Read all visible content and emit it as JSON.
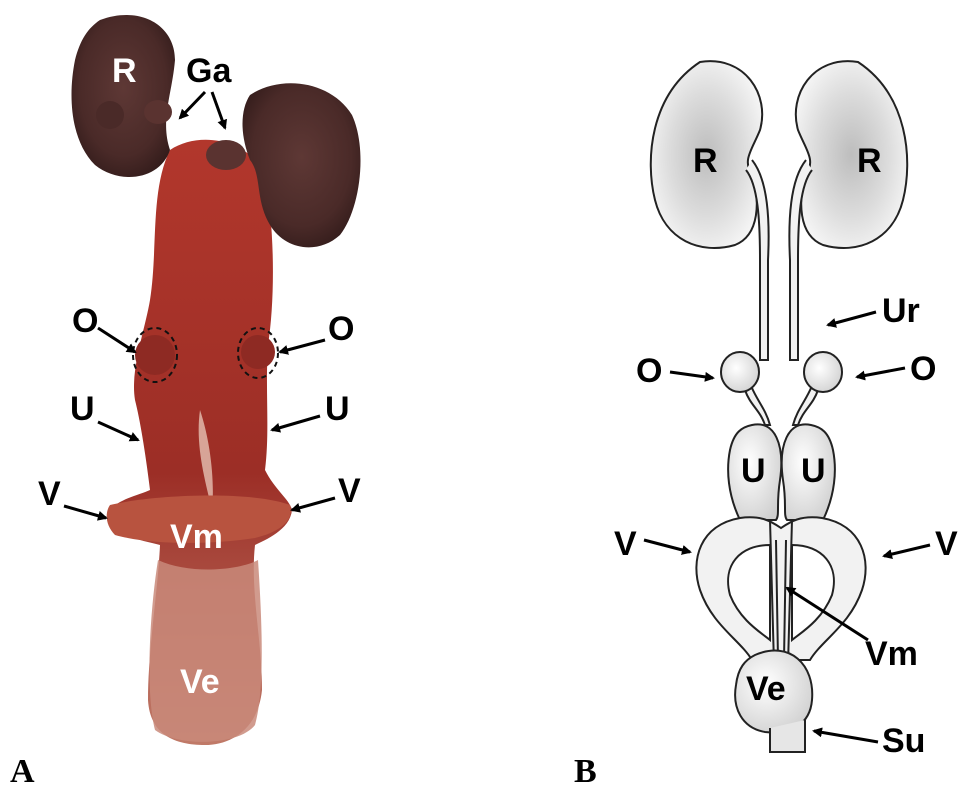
{
  "panels": {
    "left": "A",
    "right": "B"
  },
  "photo_labels": {
    "kidney": "R",
    "gonads": "Ga",
    "ovary_left": "O",
    "ovary_right": "O",
    "uterus_left": "U",
    "uterus_right": "U",
    "vagina_left": "V",
    "vagina_right": "V",
    "median_vagina": "Vm",
    "vaginal_vestibule": "Ve"
  },
  "diagram_labels": {
    "kidney_left": "R",
    "kidney_right": "R",
    "ureter": "Ur",
    "ovary_left": "O",
    "ovary_right": "O",
    "uterus_left": "U",
    "uterus_right": "U",
    "vagina_left": "V",
    "vagina_right": "V",
    "median_vagina": "Vm",
    "vaginal_vestibule": "Ve",
    "urogenital_sinus": "Su"
  },
  "colors": {
    "kidney_photo": "#4a2a28",
    "tissue_photo": "#a8312a",
    "tissue_light": "#c98070",
    "diagram_fill": "#f2f2f2",
    "diagram_shade": "#c8c8c8"
  }
}
